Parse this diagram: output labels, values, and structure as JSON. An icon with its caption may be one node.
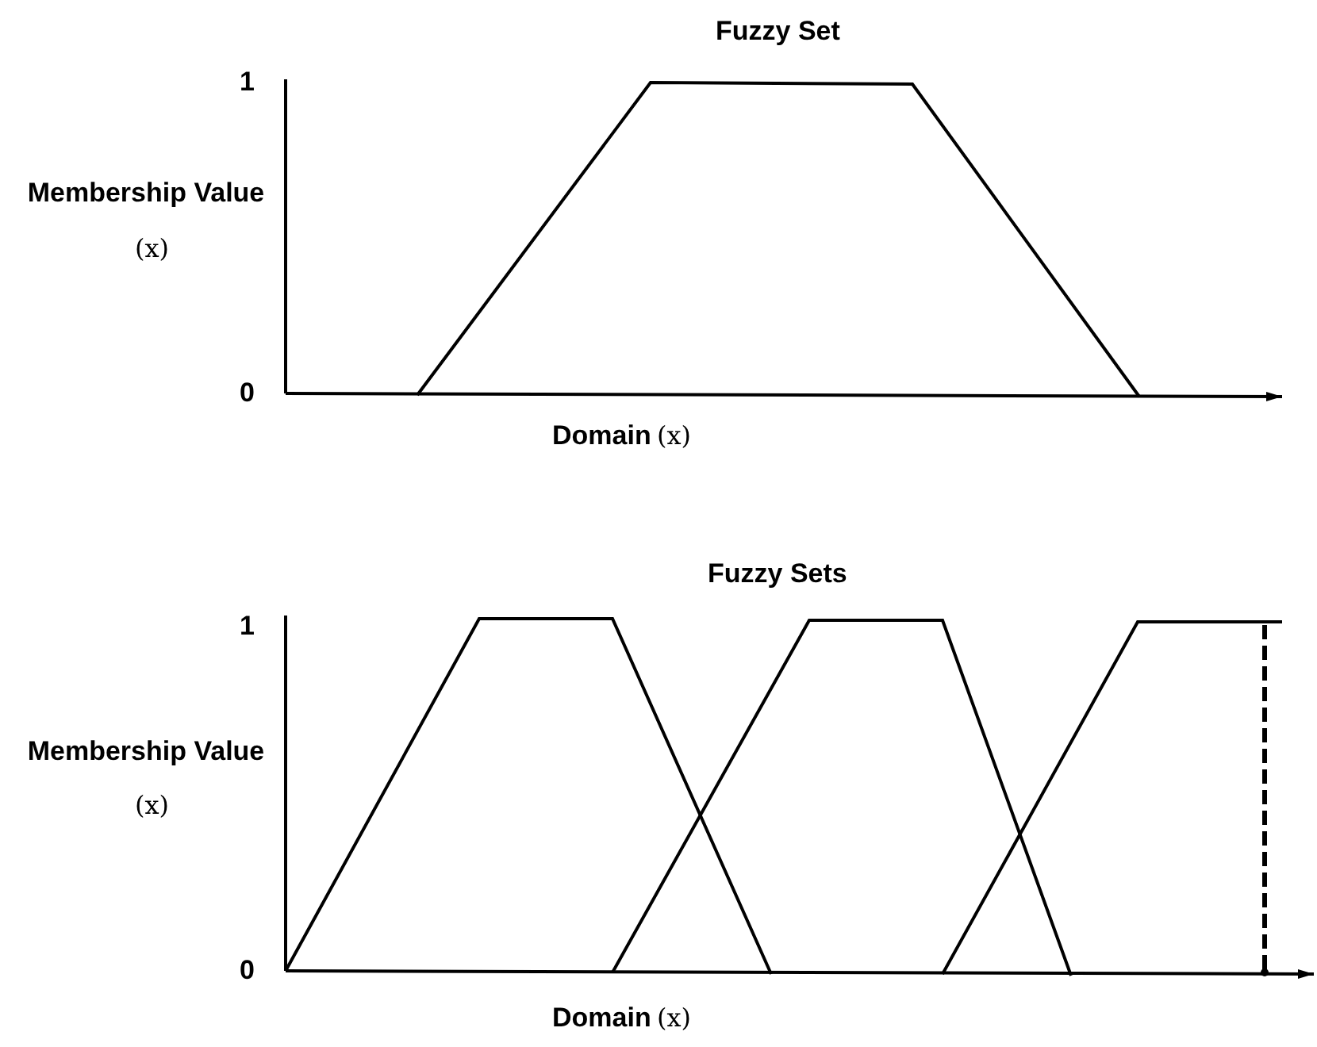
{
  "diagram": {
    "labels": [
      "Fuzzy Set",
      "1",
      "Membership Value",
      "(x)",
      "0",
      "Domain",
      "(x)",
      "Fuzzy Sets",
      "1",
      "Membership Value",
      "(x)",
      "0",
      "Domain",
      "(x)"
    ]
  }
}
